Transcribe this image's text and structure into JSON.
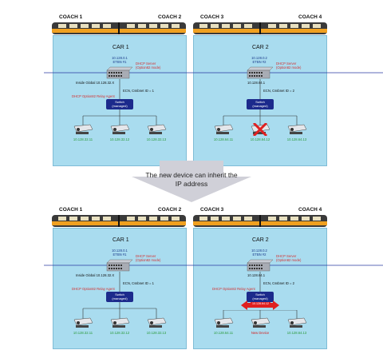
{
  "panels": [
    {
      "coach_left": "COACH 1",
      "coach_right": "COACH 2",
      "car": "CAR 1",
      "router_ip": "10.128.0.1",
      "router_name": "ETBN #1",
      "dhcp_server": "DHCP Server",
      "dhcp_server_mode": "(Option82 mode)",
      "inside_global": "Inside Global 10.128.32.X",
      "ecn": "ECN, Cssbnet ID = 1",
      "relay": "DHCP Option82 Relay Agent",
      "switch_line1": "Switch",
      "switch_line2": "(managed)",
      "devices": [
        "10.128.32.11",
        "10.128.32.12",
        "10.128.32.13"
      ]
    },
    {
      "coach_left": "COACH 3",
      "coach_right": "COACH 4",
      "car": "CAR 2",
      "router_ip": "10.128.0.2",
      "router_name": "ETBN #2",
      "dhcp_server": "DHCP Server",
      "dhcp_server_mode": "(Option82 mode)",
      "inside_global": "10.128.64.1",
      "ecn": "ECN, Cssbnet ID = 2",
      "switch_line1": "Switch",
      "switch_line2": "(managed)",
      "devices": [
        "10.128.64.11",
        "10.128.64.12",
        "10.128.64.13"
      ]
    },
    {
      "coach_left": "COACH 1",
      "coach_right": "COACH 2",
      "car": "CAR 1",
      "router_ip": "10.128.0.1",
      "router_name": "ETBN #1",
      "dhcp_server": "DHCP Server",
      "dhcp_server_mode": "(Option82 mode)",
      "inside_global": "Inside Global 10.128.32.X",
      "ecn": "ECN, Cssbnet ID = 1",
      "relay": "DHCP Option82 Relay Agent",
      "switch_line1": "Switch",
      "switch_line2": "(managed)",
      "devices": [
        "10.128.32.11",
        "10.128.32.12",
        "10.128.32.13"
      ]
    },
    {
      "coach_left": "COACH 3",
      "coach_right": "COACH 4",
      "car": "CAR 2",
      "router_ip": "10.128.0.2",
      "router_name": "ETBN #2",
      "dhcp_server": "DHCP Server",
      "dhcp_server_mode": "(Option82 mode)",
      "inside_global": "10.128.64.1",
      "ecn": "ECN, Cssbnet ID = 2",
      "relay": "DHCP Option82 Relay Agent",
      "switch_line1": "Switch",
      "switch_line2": "(managed)",
      "assigned_tag": "10.128.64.12",
      "devices": [
        "10.128.64.11",
        "New Device",
        "10.128.64.13"
      ]
    }
  ],
  "transition_text": "The new device can inherit the IP address",
  "colors": {
    "car_bg": "#a9dcef",
    "train_orange": "#f0a020",
    "switch_blue": "#1c2a8c",
    "dhcp_red": "#d43030",
    "device_green": "#2a9a3a",
    "arrow_grey": "#d0d0d8"
  }
}
